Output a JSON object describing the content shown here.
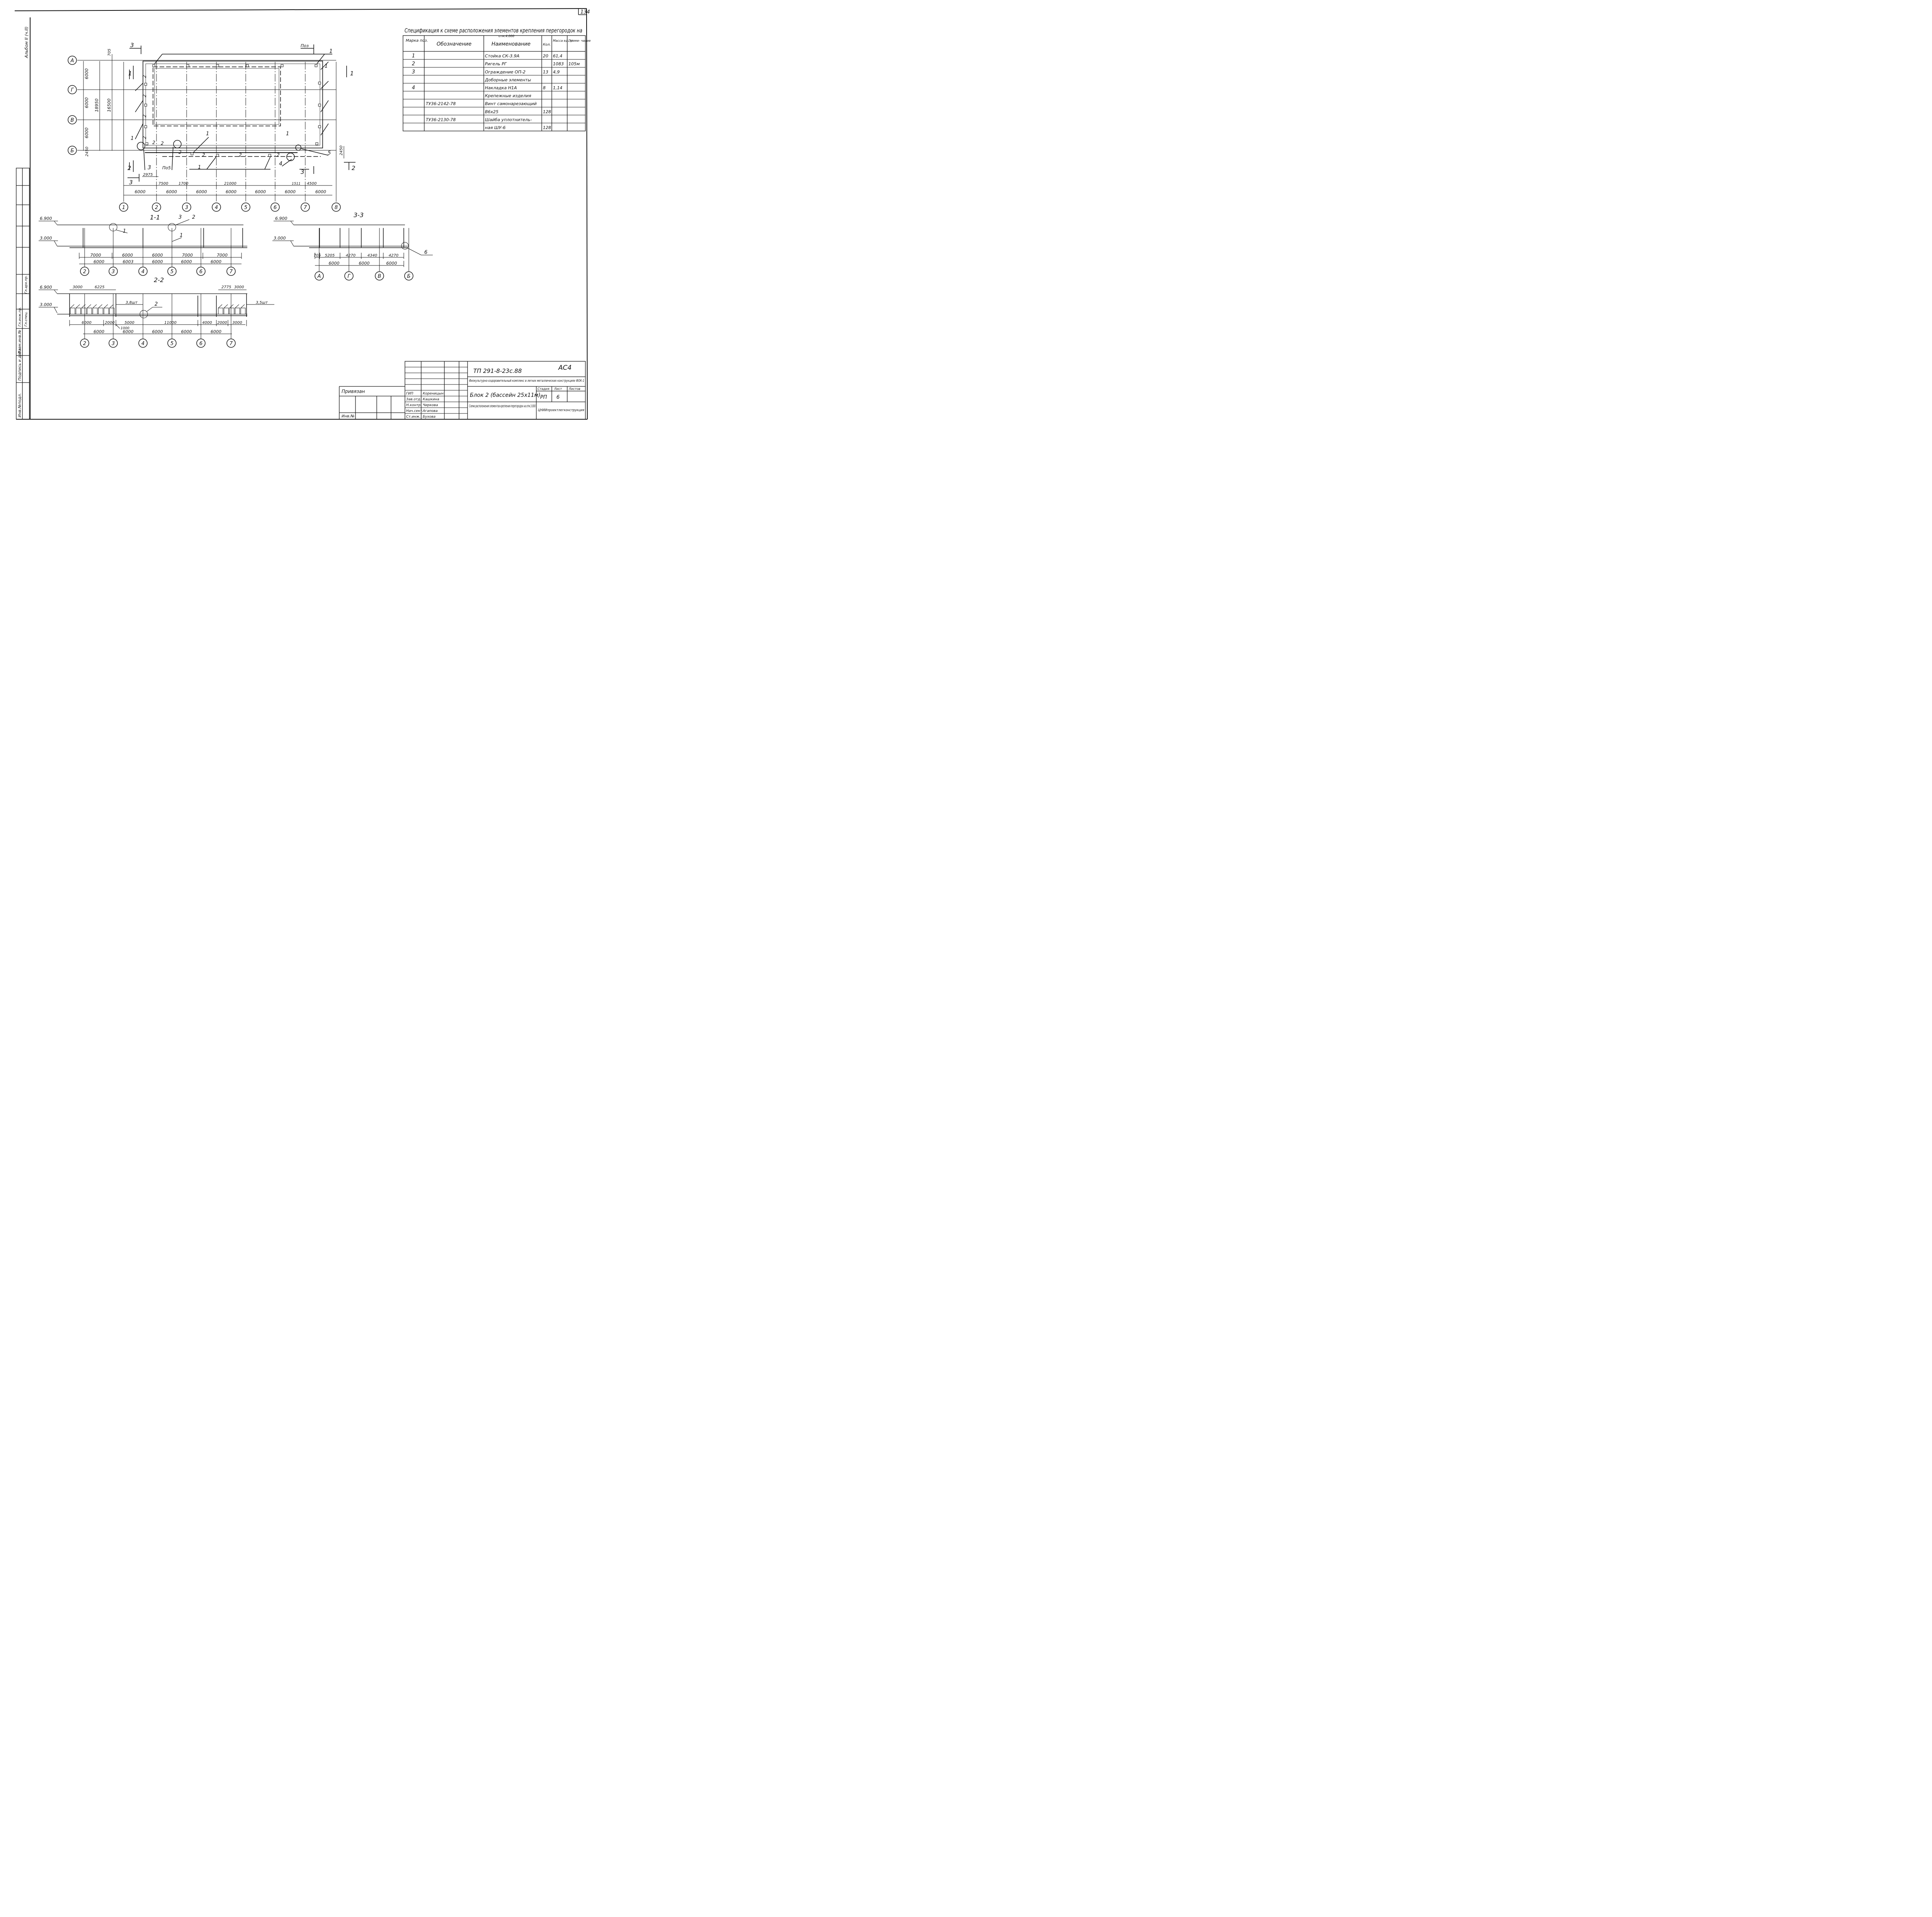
{
  "page_number": "134",
  "album_label": "Альбом II (ч.II)",
  "spec": {
    "title": "Спецификация к схеме расположения элементов крепления перегородок на",
    "title_sub": "отм.4.000",
    "headers": [
      "Марка поз.",
      "Обозначение",
      "Наименование",
      "Кол.",
      "Масса ед.,кг",
      "Приме- чание"
    ],
    "rows": [
      [
        "1",
        "",
        "Стойка СК-3.9А",
        "20",
        "61,4",
        ""
      ],
      [
        "2",
        "",
        "Ригель РГ",
        "",
        "1083",
        "105м"
      ],
      [
        "3",
        "",
        "Ограждение ОП-2",
        "13",
        "4,9",
        ""
      ],
      [
        "",
        "",
        "Доборные элементы",
        "",
        "",
        ""
      ],
      [
        "4",
        "",
        "Накладка Н1А",
        "8",
        "1,14",
        ""
      ],
      [
        "",
        "",
        "Крепежные изделия",
        "",
        "",
        ""
      ],
      [
        "",
        "ТУ36-2142-78",
        "Винт самонарезающий",
        "",
        "",
        ""
      ],
      [
        "",
        "",
        "В6х25",
        "128",
        "",
        ""
      ],
      [
        "",
        "ТУ36-2130-78",
        "Шайба уплотнитель-",
        "",
        "",
        ""
      ],
      [
        "",
        "",
        "ная ШУ-6",
        "128",
        "",
        ""
      ]
    ]
  },
  "plan": {
    "axes_rows": [
      "А",
      "Г",
      "В",
      "Б"
    ],
    "axes_cols": [
      "1",
      "2",
      "3",
      "4",
      "5",
      "6",
      "7",
      "8"
    ],
    "row_dims": [
      "6000",
      "6000",
      "6000",
      "2450"
    ],
    "total_dims": [
      "18950",
      "16500"
    ],
    "top_dim": "705",
    "right_dim": "2450",
    "col_dims": [
      "6000",
      "6000",
      "6000",
      "6000",
      "6000",
      "6000",
      "6000"
    ],
    "sub_dims": [
      "2975",
      "7500",
      "1700",
      "21000",
      "1511",
      "4500"
    ],
    "labels": {
      "poz3": "Поз",
      "poz5": "По5",
      "cut1": "1",
      "cut2": "2",
      "cut3": "3"
    }
  },
  "sections": {
    "s11": {
      "title": "1-1",
      "level_top": "6.900",
      "level_bottom": "3.000",
      "dims_upper": [
        "7000",
        "6000",
        "6000",
        "7000",
        "7000"
      ],
      "dims_lower": [
        "6000",
        "6003",
        "6000",
        "6000",
        "6000"
      ],
      "axes": [
        "2",
        "3",
        "4",
        "5",
        "6",
        "7"
      ]
    },
    "s33": {
      "title": "3-3",
      "level_top": "6.900",
      "level_bottom": "3.000",
      "dims_upper": [
        "705",
        "5205",
        "4270",
        "4340",
        "4270"
      ],
      "dims_lower": [
        "6000",
        "6000",
        "6000"
      ],
      "axes": [
        "А",
        "Г",
        "В",
        "Б"
      ],
      "callout": "6"
    },
    "s22": {
      "title": "2-2",
      "level_top": "6.900",
      "level_bottom": "3.000",
      "dims_top": [
        "3000",
        "6225",
        "2775",
        "3000"
      ],
      "dims_mid": [
        "6000",
        "2000",
        "5000",
        "11000",
        "4000",
        "2000",
        "3000"
      ],
      "dim_extra": "1000",
      "dims_lower": [
        "6000",
        "6000",
        "6000",
        "6000",
        "6000"
      ],
      "axes": [
        "2",
        "3",
        "4",
        "5",
        "6",
        "7"
      ],
      "note_left": "3,8шт",
      "note_right": "3,5шт",
      "callout": "2"
    }
  },
  "stamp": {
    "doc_code": "ТП 291-8-23с.88",
    "sheet_code": "АС4",
    "project": "Физкультурно-оздоровительный комплекс в легких металлических конструкциях ФОК-1",
    "block": "Блок 2 (бассейн 25х11м)",
    "drawing": "Схема расположения элементов крепления перегородок на отм.3.000",
    "stage_label": "Стадия",
    "stage": "РП",
    "sheet_label": "Лист",
    "sheet": "6",
    "sheets_label": "Листов",
    "org": "ЦНИИпроектлегконструкция",
    "privyazan": "Привязан",
    "inv": "Инв.№",
    "roles": [
      "ГИП",
      "Зав.отд.",
      "Н.контр.",
      "Нач.сект.",
      "Ст.инж."
    ],
    "names": [
      "Кореницын",
      "Кашкина",
      "Чиркова",
      "Агапова",
      "Бухова"
    ]
  },
  "side_stamp": [
    "Инв.№подл.",
    "Подпись и дата",
    "Взам.инв.№",
    "Гл.инж.пр.",
    "Гл.спец.",
    "Гл.арх.пр."
  ]
}
